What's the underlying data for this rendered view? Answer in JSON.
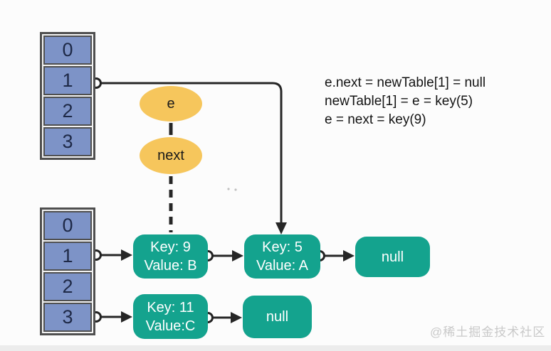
{
  "top_array": {
    "cells": [
      "0",
      "1",
      "2",
      "3"
    ]
  },
  "bottom_array": {
    "cells": [
      "0",
      "1",
      "2",
      "3"
    ]
  },
  "pointers": {
    "e_label": "e",
    "next_label": "next"
  },
  "code": {
    "lines": [
      "e.next = newTable[1] = null",
      "newTable[1] = e = key(5)",
      "e = next = key(9)"
    ]
  },
  "nodes": {
    "key9": {
      "line1": "Key: 9",
      "line2": "Value: B"
    },
    "key5": {
      "line1": "Key: 5",
      "line2": "Value: A"
    },
    "null_after_key5": {
      "label": "null"
    },
    "key11": {
      "line1": "Key: 11",
      "line2": "Value:C"
    },
    "null_after_key11": {
      "label": "null"
    }
  },
  "watermark": {
    "text": "@稀土掘金技术社区"
  },
  "colors": {
    "array_cell_fill": "#7d93c7",
    "array_border": "#4f4f4f",
    "array_text": "#1e2947",
    "node_fill": "#14a38e",
    "node_text": "#ffffff",
    "ellipse_fill": "#f6c65c",
    "connector": "#262626",
    "code_text": "#141414",
    "watermark_text": "#c9c9c9"
  }
}
